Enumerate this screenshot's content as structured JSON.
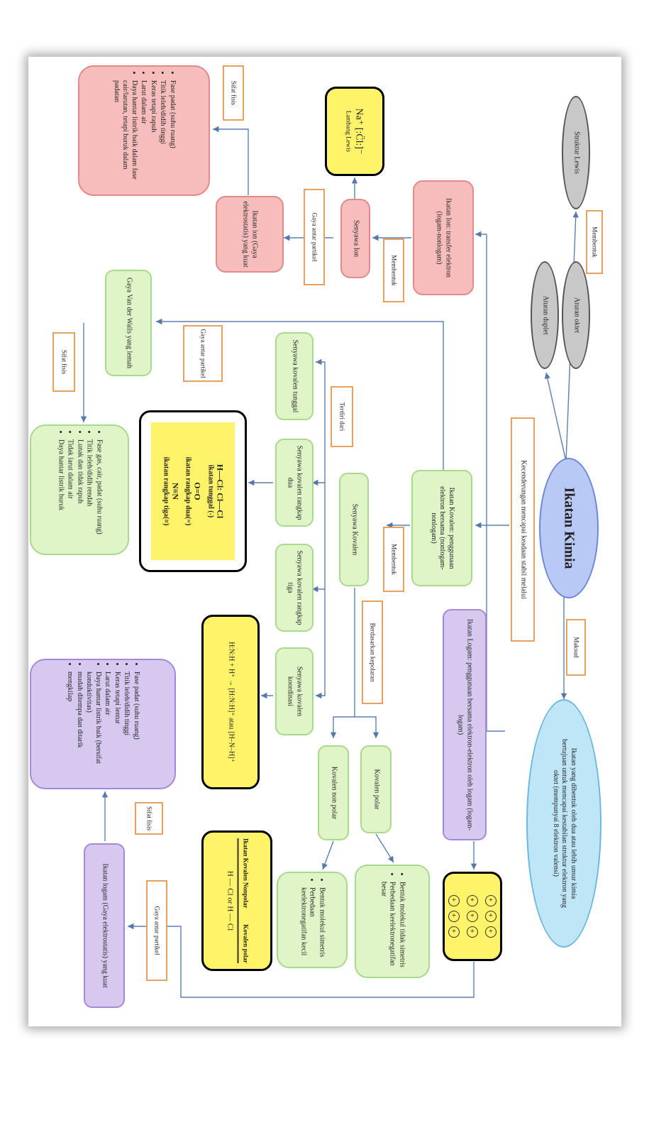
{
  "title": "Ikatan Kimia",
  "nodes": {
    "struktur_lewis": "Struktur Lewis",
    "aturan_oktet": "Aturan oktet",
    "aturan_duplet": "Aturan duplet",
    "membentuk_top": "Membentuk",
    "kecenderungan": "Kecenderungan mencapai keadaan stabil melalui",
    "maksud": "Maksud",
    "definisi": "Ikatan yang dibentuk oleh dua atau lebih unsur kimia bertujuan untuk mencapai kestabilan struktur elektron yang oktet (mempunyai 8 elektron valensi)",
    "ikatan_ion": "Ikatan Ion: transfer elektron (logam-nonlogam)",
    "membentuk_ion": "Membentuk",
    "senyawa_ion": "Senyawa Ion",
    "lewis_na_cl": "Na⁺ [:C̈l:]⁻",
    "lambang_lewis": "Lambang Lewis",
    "gaya_antar_ion": "Gaya antar partikel",
    "ikatan_ion_kuat": "Ikatan ion (Gaya elektrostatis) yang kuat",
    "sifat_fisis_ion_label": "Sifat fisis",
    "sifat_ion_list": [
      "Fase padat (suhu ruang)",
      "Titik leleh/didih tinggi",
      "Keras tetapi rapuh",
      "Larut dalam air",
      "Daya hantar listrik baik dalam fase cair/larutan, tetapi buruk dalam padatan"
    ],
    "ikatan_kovalen": "Ikatan Kovalen: penggunaan elektron bersama (nonlogam-nonlogam)",
    "membentuk_kov": "Membentuk",
    "senyawa_kovalen": "Senyawa Kovalen",
    "terdiri_dari": "Terdiri dari",
    "kov_tunggal": "Senyawa kovalen tunggal",
    "kov_dua": "Senyawa kovalen rangkap dua",
    "kov_tiga": "Senyawa kovalen rangkap tiga",
    "kov_koordinasi": "Senyawa kovalen koordinasi",
    "gaya_antar_kov": "Gaya antar partikel",
    "van_der_waals": "Gaya Van der Walls yang lemah",
    "sifat_fisis_kov_label": "Sifat fisis",
    "sifat_kov_list": [
      "Fase gas, cair, padat (suhu ruang)",
      "Titik leleh/didih rendah",
      "Lunak dan tidak rapuh",
      "Tidak larut dalam air",
      "Daya hantar listrik buruk"
    ],
    "bond_box": {
      "line1": "H—Cl: Cl—Cl",
      "tunggal": "ikatan tunggal (-)",
      "o_o": "O=O",
      "rangkap_dua": "ikatan rangkap dua(=)",
      "n_n": "N≡N",
      "rangkap_tiga": "ikatan rangkap tiga(≡)"
    },
    "koordinasi_box": {
      "left": "H:N:H + H⁺",
      "right": "[H:N:H]⁺ atau [H–N–H]⁺"
    },
    "berdasarkan": "Berdasarkan kepolaran",
    "kovalen_polar": "Kovalen polar",
    "kovalen_nonpolar": "Kovalen non polar",
    "polar_list": [
      "Bentuk molekul tidak simetris",
      "Perbedaan keelektronegatifan besar"
    ],
    "nonpolar_list": [
      "Bentuk molekul simetris",
      "Perbedaan keelektronegatifan kecil"
    ],
    "polar_box": {
      "left": "Ikatan Kovalen Nonpolar",
      "right": "Kovalen polar",
      "mol": "H — Cl  or  H — Cl"
    },
    "ikatan_logam": "Ikatan Logam: penggunaan bersama elektron-elektron oleh logam (logam-logam)",
    "gaya_antar_logam": "Gaya antar partikel",
    "ikatan_logam_kuat": "Ikatan logam (Gaya elektrostatis) yang kuat",
    "sifat_fisis_logam_label": "Sifat fisis",
    "sifat_logam_list": [
      "Fase padat (suhu ruang)",
      "Titik leleh/didih tinggi",
      "Keras tetapi lentur",
      "Larut dalam air",
      "Daya hantar listrik baik (bersifat konduktivitas)",
      "mudah ditempa dan ditarik",
      "mengkilap"
    ],
    "lattice_ion": "+"
  }
}
